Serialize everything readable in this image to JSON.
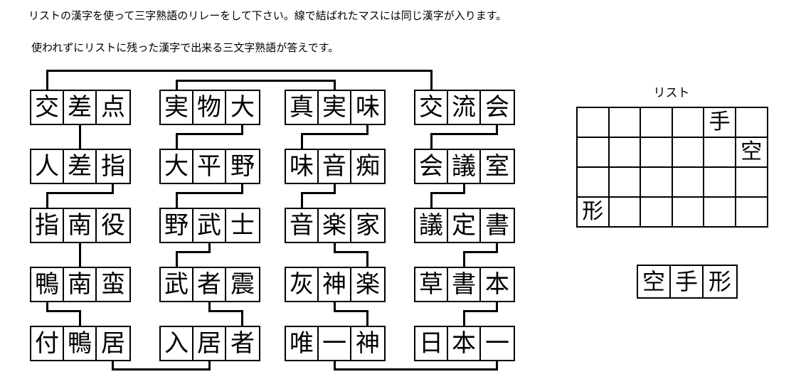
{
  "instructions": {
    "line1": "リストの漢字を使って三字熟語のリレーをして下さい。線で結ばれたマスには同じ漢字が入ります。",
    "line2": "使われずにリストに残った漢字で出来る三文字熟語が答えです。"
  },
  "puzzle": {
    "columns": [
      {
        "name": "column-1",
        "words": [
          {
            "cells": [
              "交",
              "差",
              "点"
            ]
          },
          {
            "cells": [
              "人",
              "差",
              "指"
            ]
          },
          {
            "cells": [
              "指",
              "南",
              "役"
            ]
          },
          {
            "cells": [
              "鴨",
              "南",
              "蛮"
            ]
          },
          {
            "cells": [
              "付",
              "鴨",
              "居"
            ]
          }
        ]
      },
      {
        "name": "column-2",
        "words": [
          {
            "cells": [
              "実",
              "物",
              "大"
            ]
          },
          {
            "cells": [
              "大",
              "平",
              "野"
            ]
          },
          {
            "cells": [
              "野",
              "武",
              "士"
            ]
          },
          {
            "cells": [
              "武",
              "者",
              "震"
            ]
          },
          {
            "cells": [
              "入",
              "居",
              "者"
            ]
          }
        ]
      },
      {
        "name": "column-3",
        "words": [
          {
            "cells": [
              "真",
              "実",
              "味"
            ]
          },
          {
            "cells": [
              "味",
              "音",
              "痴"
            ]
          },
          {
            "cells": [
              "音",
              "楽",
              "家"
            ]
          },
          {
            "cells": [
              "灰",
              "神",
              "楽"
            ]
          },
          {
            "cells": [
              "唯",
              "一",
              "神"
            ]
          }
        ]
      },
      {
        "name": "column-4",
        "words": [
          {
            "cells": [
              "交",
              "流",
              "会"
            ]
          },
          {
            "cells": [
              "会",
              "議",
              "室"
            ]
          },
          {
            "cells": [
              "議",
              "定",
              "書"
            ]
          },
          {
            "cells": [
              "草",
              "書",
              "本"
            ]
          },
          {
            "cells": [
              "日",
              "本",
              "一"
            ]
          }
        ]
      }
    ]
  },
  "list": {
    "title": "リスト",
    "rows": [
      [
        "",
        "",
        "",
        "",
        "手",
        ""
      ],
      [
        "",
        "",
        "",
        "",
        "",
        "空"
      ],
      [
        "",
        "",
        "",
        "",
        "",
        ""
      ],
      [
        "形",
        "",
        "",
        "",
        "",
        ""
      ]
    ]
  },
  "answer": {
    "cells": [
      "空",
      "手",
      "形"
    ]
  },
  "colors": {
    "ink": "#000000",
    "background": "#ffffff"
  }
}
